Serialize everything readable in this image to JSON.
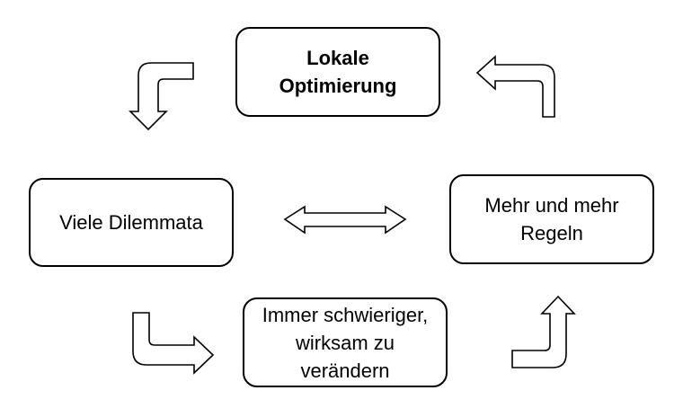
{
  "diagram": {
    "nodes": {
      "top": {
        "lines": [
          "Lokale",
          "Optimierung"
        ]
      },
      "left": {
        "lines": [
          "Viele Dilemmata"
        ]
      },
      "right": {
        "lines": [
          "Mehr und mehr",
          "Regeln"
        ]
      },
      "bottom": {
        "lines": [
          "Immer schwieriger,",
          "wirksam zu",
          "verändern"
        ]
      }
    },
    "edges": [
      {
        "from": "top",
        "to": "left",
        "style": "bent-arrow"
      },
      {
        "from": "left",
        "to": "bottom",
        "style": "bent-arrow"
      },
      {
        "from": "bottom",
        "to": "right",
        "style": "bent-arrow"
      },
      {
        "from": "right",
        "to": "top",
        "style": "bent-arrow"
      },
      {
        "from": "left",
        "to": "right",
        "style": "double-arrow"
      }
    ]
  }
}
